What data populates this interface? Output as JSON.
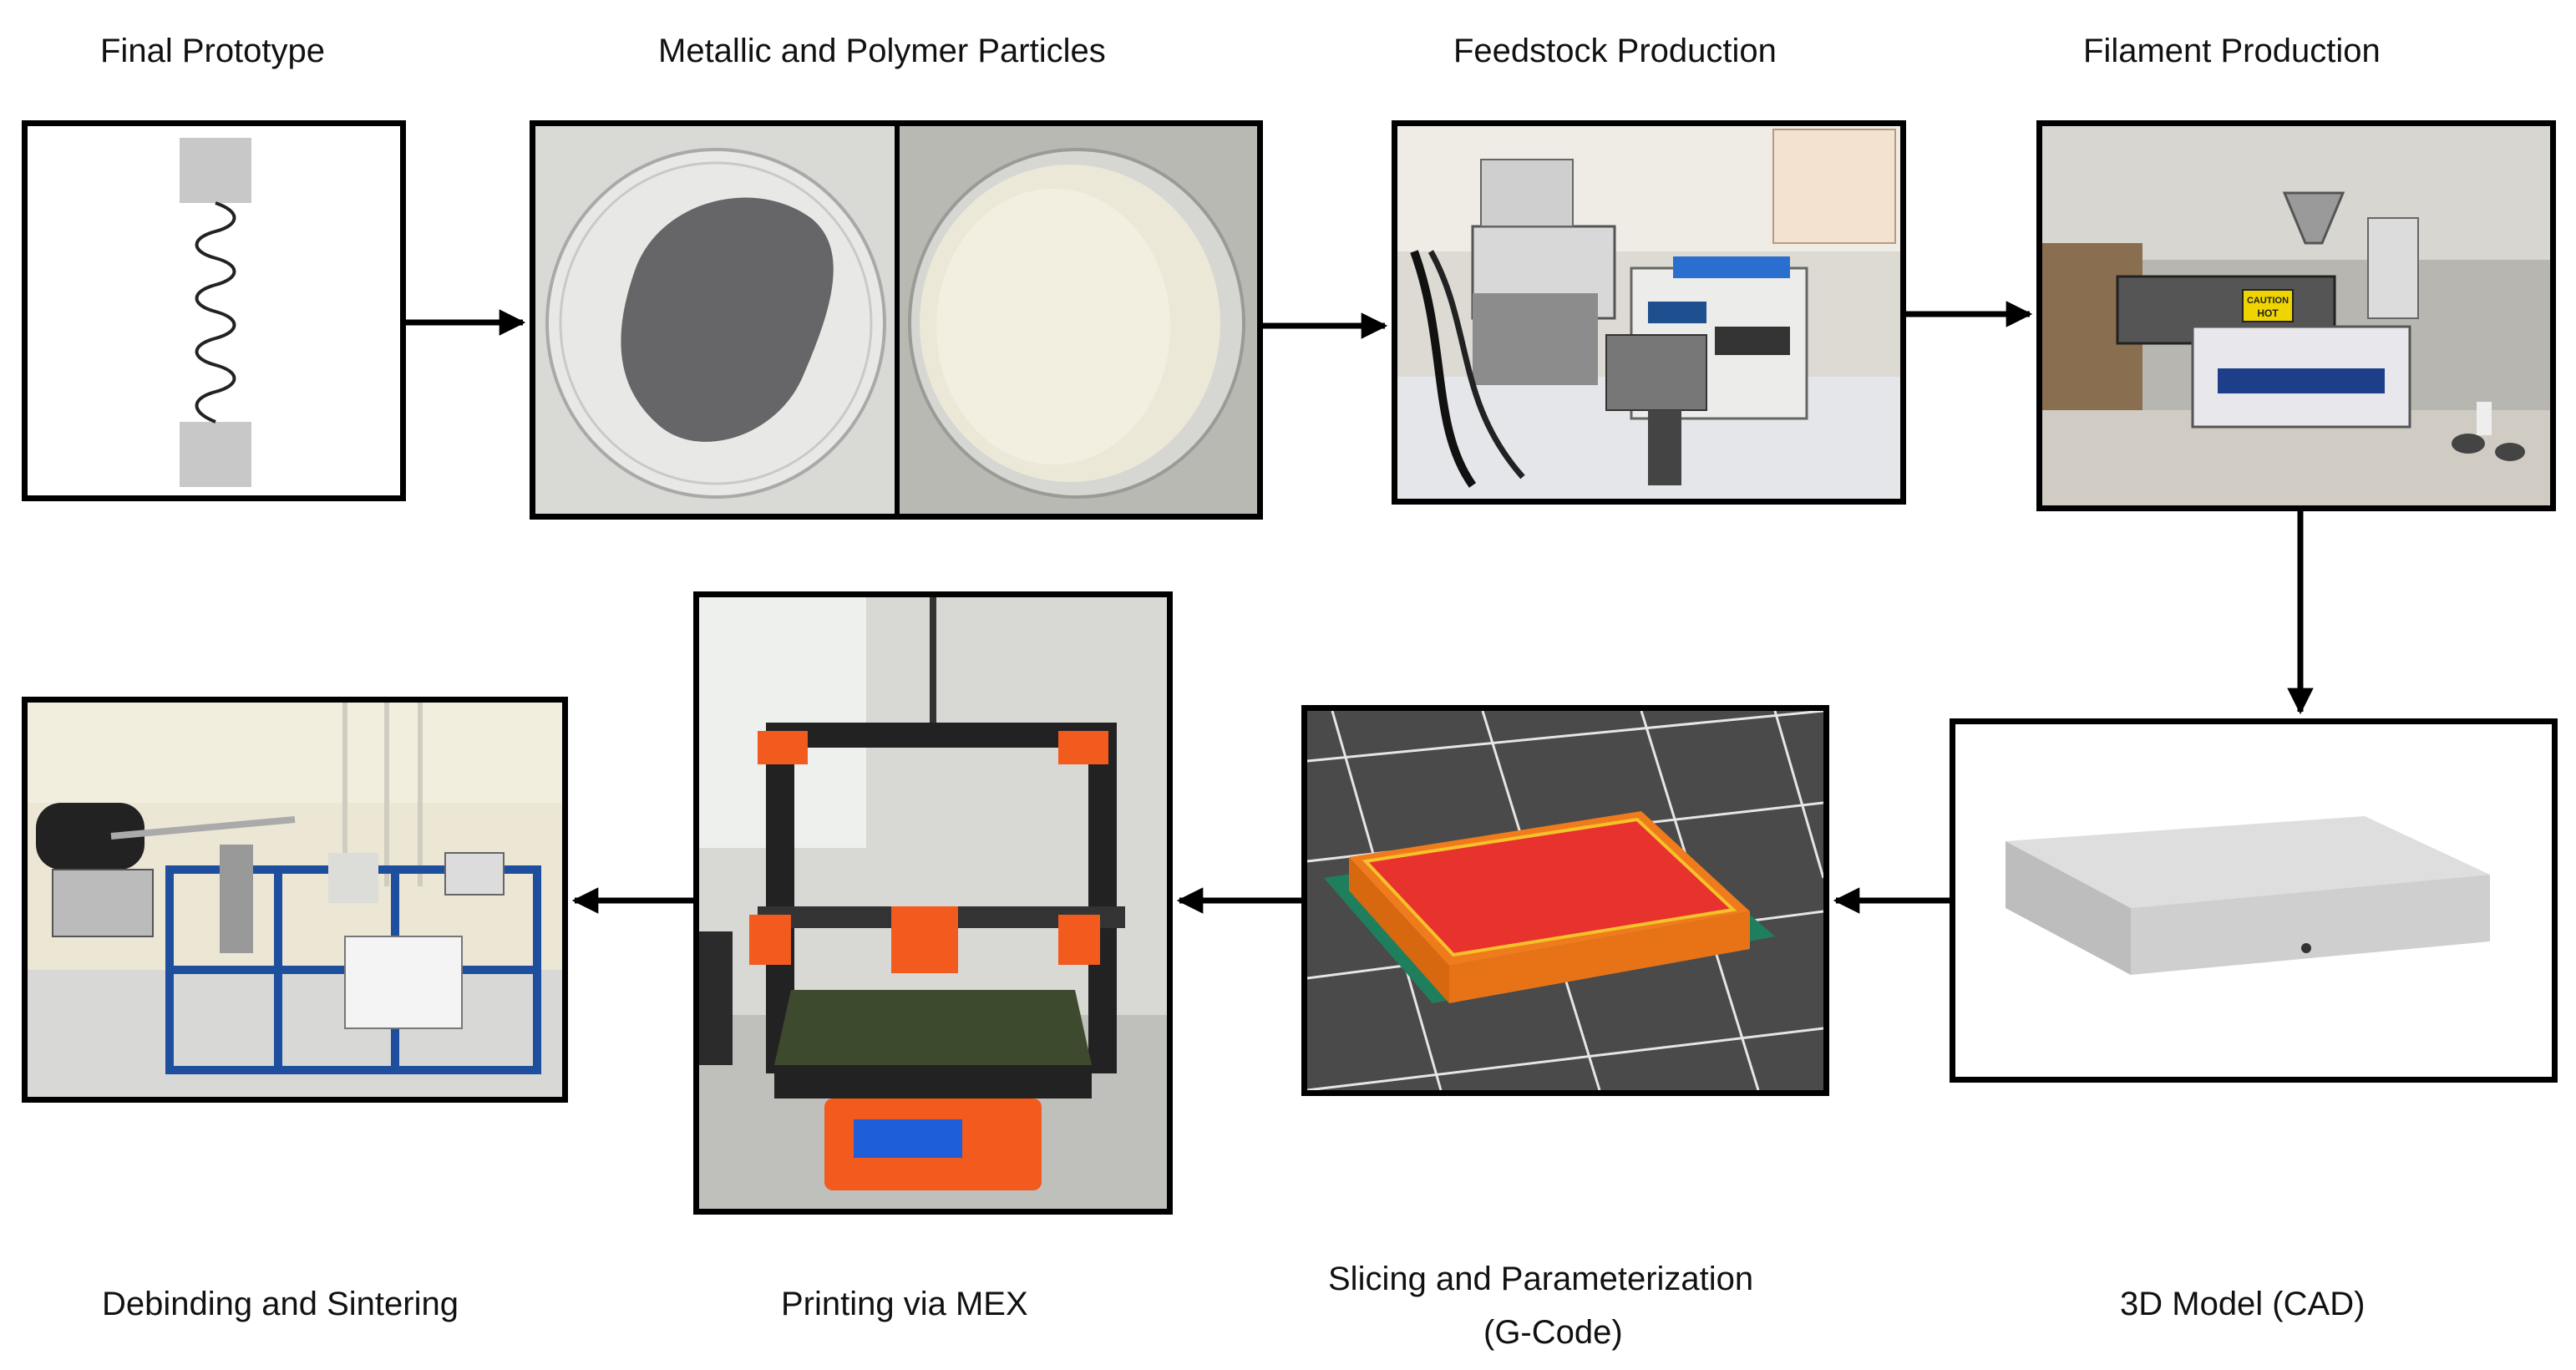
{
  "steps": [
    {
      "id": "final-prototype",
      "label": "Final Prototype"
    },
    {
      "id": "particles",
      "label": "Metallic and Polymer Particles"
    },
    {
      "id": "feedstock",
      "label": "Feedstock Production"
    },
    {
      "id": "filament",
      "label": "Filament Production"
    },
    {
      "id": "cad",
      "label": "3D Model (CAD)"
    },
    {
      "id": "slicing",
      "label_line1": "Slicing and Parameterization",
      "label_line2": "(G-Code)"
    },
    {
      "id": "printing",
      "label": "Printing via MEX"
    },
    {
      "id": "sintering",
      "label": "Debinding and Sintering"
    }
  ],
  "photo_text": {
    "caution": "CAUTION",
    "hot": "HOT"
  },
  "colors": {
    "border": "#000000",
    "arrow": "#000000",
    "slice_top": "#e8322e",
    "slice_side": "#f07b1c",
    "slice_skirt": "#1f7f5c",
    "bed": "#4a4a4a",
    "printer_orange": "#f25a1e",
    "cad_gray": "#cfcfcf"
  }
}
